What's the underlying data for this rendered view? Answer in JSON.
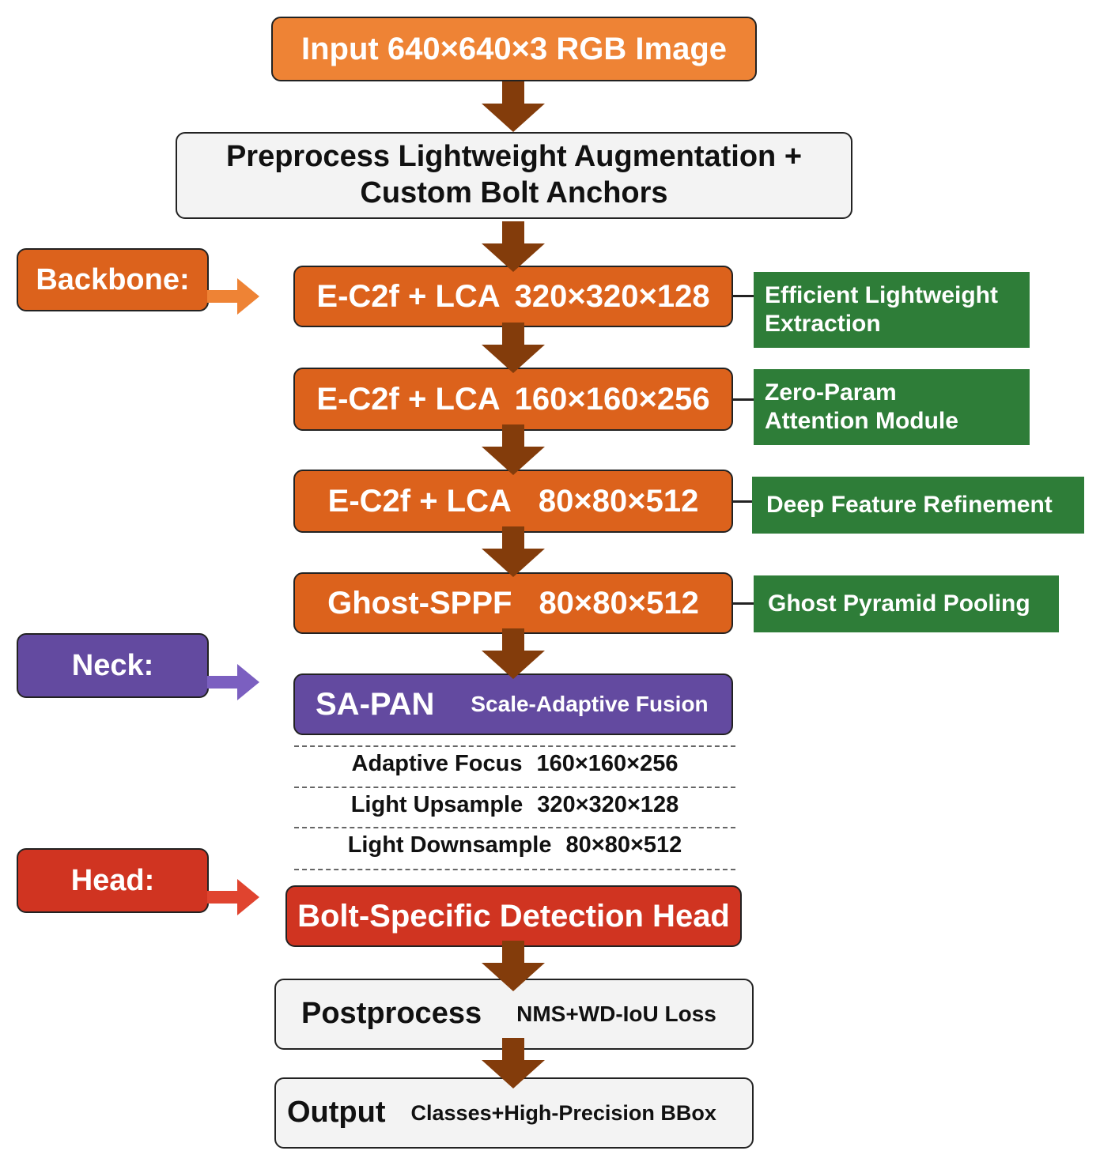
{
  "input": "Input 640×640×3 RGB Image",
  "preprocess": {
    "line1": "Preprocess Lightweight Augmentation +",
    "line2": "Custom Bolt Anchors"
  },
  "labels": {
    "backbone": "Backbone:",
    "neck": "Neck:",
    "head": "Head:"
  },
  "backbone": [
    {
      "name": "E-C2f + LCA",
      "dims": "320×320×128",
      "note1": "Efficient Lightweight",
      "note2": "Extraction"
    },
    {
      "name": "E-C2f + LCA",
      "dims": "160×160×256",
      "note1": "Zero-Param",
      "note2": "Attention Module"
    },
    {
      "name": "E-C2f + LCA",
      "dims": "80×80×512",
      "note1": "Deep Feature Refinement",
      "note2": ""
    },
    {
      "name": "Ghost-SPPF",
      "dims": "80×80×512",
      "note1": "Ghost Pyramid Pooling",
      "note2": ""
    }
  ],
  "neck": {
    "name": "SA-PAN",
    "sub": "Scale-Adaptive Fusion",
    "rows": [
      {
        "name": "Adaptive Focus",
        "dims": "160×160×256"
      },
      {
        "name": "Light Upsample",
        "dims": "320×320×128"
      },
      {
        "name": "Light Downsample",
        "dims": "80×80×512"
      }
    ]
  },
  "head": "Bolt-Specific Detection Head",
  "postprocess": {
    "name": "Postprocess",
    "sub": "NMS+WD-IoU Loss"
  },
  "output": {
    "name": "Output",
    "sub": "Classes+High-Precision BBox"
  },
  "colors": {
    "backbone": "#dc621c",
    "input": "#ee8335",
    "neck": "#634aa0",
    "head": "#d03421",
    "note": "#2e7d38",
    "arrow": "#833c0b"
  }
}
